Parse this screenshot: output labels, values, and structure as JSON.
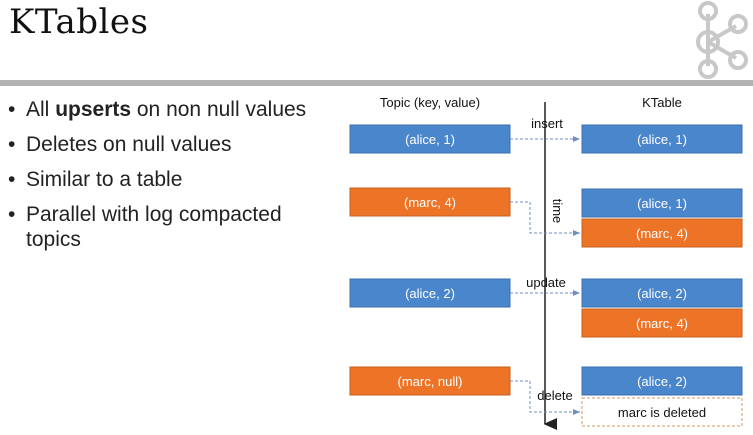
{
  "slide": {
    "title": "KTables",
    "bullets": [
      {
        "pre": "All ",
        "bold": "upserts",
        "post": " on non null values"
      },
      {
        "pre": "Deletes on null values",
        "bold": "",
        "post": ""
      },
      {
        "pre": "Similar to a table",
        "bold": "",
        "post": ""
      },
      {
        "pre": "Parallel with log compacted topics",
        "bold": "",
        "post": ""
      }
    ]
  },
  "colors": {
    "blue": "#4a86cc",
    "orange": "#ed7326",
    "dashed": "#c8a070",
    "arrow": "#6f8fbf"
  },
  "diagram": {
    "topic_header": "Topic (key, value)",
    "ktable_header": "KTable",
    "time_label": "time",
    "events": [
      {
        "topic": {
          "text": "(alice, 1)",
          "color": "blue"
        },
        "label": "insert",
        "table": [
          {
            "text": "(alice, 1)",
            "color": "blue"
          }
        ]
      },
      {
        "topic": {
          "text": "(marc, 4)",
          "color": "orange"
        },
        "label": "",
        "table": [
          {
            "text": "(alice, 1)",
            "color": "blue"
          },
          {
            "text": "(marc, 4)",
            "color": "orange"
          }
        ]
      },
      {
        "topic": {
          "text": "(alice, 2)",
          "color": "blue"
        },
        "label": "update",
        "table": [
          {
            "text": "(alice, 2)",
            "color": "blue"
          },
          {
            "text": "(marc, 4)",
            "color": "orange"
          }
        ]
      },
      {
        "topic": {
          "text": "(marc, null)",
          "color": "orange"
        },
        "label": "delete",
        "table": [
          {
            "text": "(alice, 2)",
            "color": "blue"
          },
          {
            "text": "marc is deleted",
            "color": "deleted"
          }
        ]
      }
    ]
  }
}
